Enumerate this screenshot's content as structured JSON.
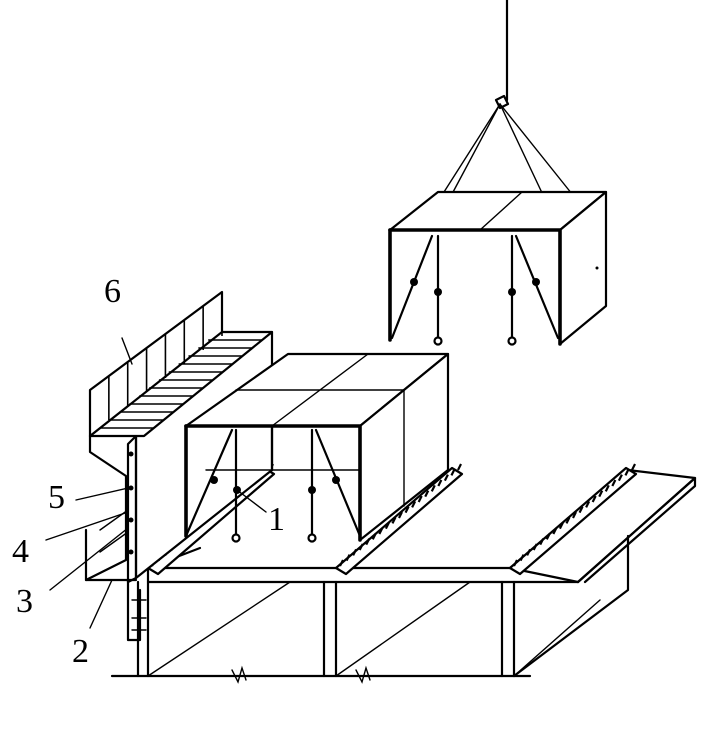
{
  "figure": {
    "callouts": [
      {
        "id": "c1",
        "text": "1"
      },
      {
        "id": "c2",
        "text": "2"
      },
      {
        "id": "c3",
        "text": "3"
      },
      {
        "id": "c4",
        "text": "4"
      },
      {
        "id": "c5",
        "text": "5"
      },
      {
        "id": "c6",
        "text": "6"
      }
    ]
  }
}
